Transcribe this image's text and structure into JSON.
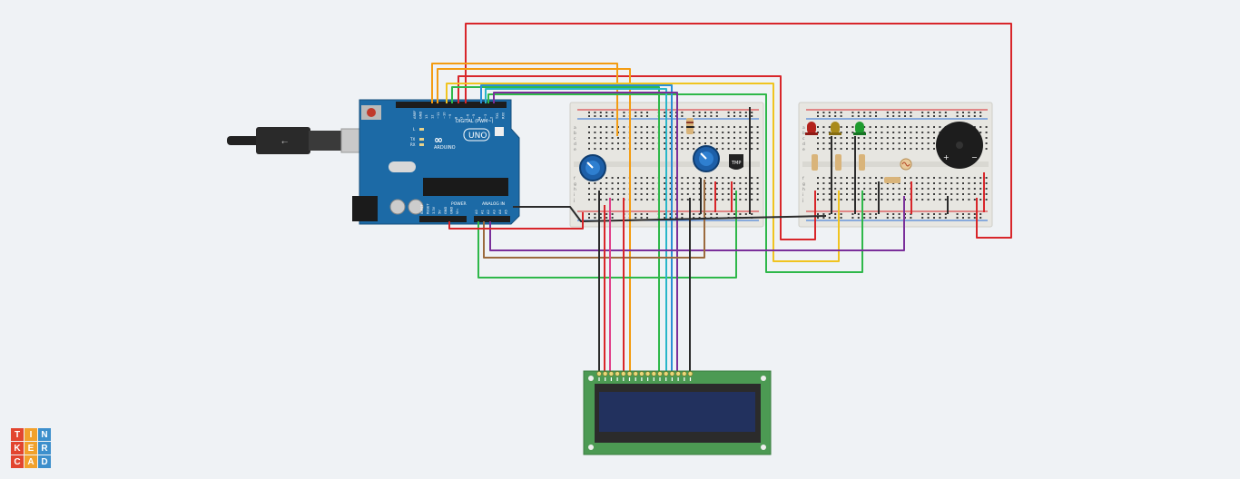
{
  "arduino": {
    "brand": "ARDUINO",
    "model": "UNO",
    "digital_label": "DIGITAL (PWM~)",
    "power_label": "POWER",
    "analog_label": "ANALOG IN",
    "leds": [
      "L",
      "TX",
      "RX"
    ],
    "digital_pins": [
      "AREF",
      "GND",
      "13",
      "12",
      "~11",
      "~10",
      "~9",
      "8",
      "7",
      "~6",
      "~5",
      "4",
      "~3",
      "2",
      "TX1",
      "RX0"
    ],
    "power_pins": [
      "IOREF",
      "RESET",
      "3.3V",
      "5V",
      "GND",
      "GND",
      "Vin"
    ],
    "analog_pins": [
      "A0",
      "A1",
      "A2",
      "A3",
      "A4",
      "A5"
    ]
  },
  "breadboard_left": {
    "row_letters": [
      "a",
      "b",
      "c",
      "d",
      "e",
      "f",
      "g",
      "h",
      "i",
      "j"
    ],
    "temp_sensor_label": "TMP"
  },
  "breadboard_right": {
    "row_letters": [
      "a",
      "b",
      "c",
      "d",
      "e",
      "f",
      "g",
      "h",
      "i",
      "j"
    ],
    "buzzer_plus": "+",
    "buzzer_minus": "−"
  },
  "lcd": {
    "pin_count": 16
  },
  "logo": {
    "letters": [
      "T",
      "I",
      "N",
      "K",
      "E",
      "R",
      "C",
      "A",
      "D"
    ],
    "colors": [
      "#e2452f",
      "#f2a12c",
      "#3d8fcc",
      "#e2452f",
      "#f2a12c",
      "#3d8fcc",
      "#e2452f",
      "#f2a12c",
      "#3d8fcc"
    ]
  },
  "colors": {
    "board": "#1c6aa6",
    "breadboard": "#e7e6e1",
    "lcd_pcb": "#4c9a53",
    "lcd_screen": "#22315e",
    "wire_red": "#d8262a",
    "wire_orange": "#f39c12",
    "wire_yellow": "#f0c420",
    "wire_green": "#2fb84a",
    "wire_blue": "#2a8fd6",
    "wire_cyan": "#29b6c9",
    "wire_purple": "#7a2f9a",
    "wire_brown": "#9b6a3e",
    "wire_black": "#2b2b2b",
    "wire_pink": "#e0408a"
  }
}
